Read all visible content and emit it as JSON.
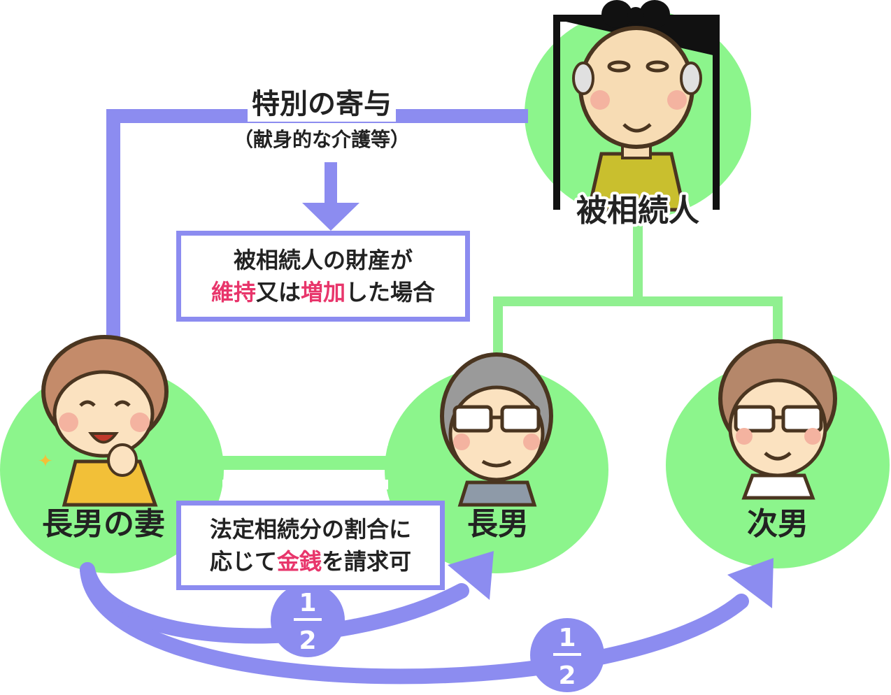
{
  "top_label": {
    "title": "特別の寄与",
    "subtitle": "（献身的な介護等）"
  },
  "condition_box": {
    "line1": "被相続人の財産が",
    "line2_parts": [
      {
        "text": "維持",
        "highlight": true
      },
      {
        "text": "又は",
        "highlight": false
      },
      {
        "text": "増加",
        "highlight": true
      },
      {
        "text": "した場合",
        "highlight": false
      }
    ]
  },
  "claim_box": {
    "line1": "法定相続分の割合に",
    "line2_parts": [
      {
        "text": "応じて",
        "highlight": false
      },
      {
        "text": "金銭",
        "highlight": true
      },
      {
        "text": "を請求可",
        "highlight": false
      }
    ]
  },
  "people": {
    "deceased": "被相続人",
    "wife": "長男の妻",
    "eldest": "長男",
    "second": "次男"
  },
  "fractions": [
    {
      "numerator": "1",
      "denominator": "2"
    },
    {
      "numerator": "1",
      "denominator": "2"
    }
  ],
  "colors": {
    "purple": "#8c8cf0",
    "green": "#8cf58c",
    "green_line": "#90f090",
    "highlight": "#e8356b",
    "text": "#222222"
  }
}
